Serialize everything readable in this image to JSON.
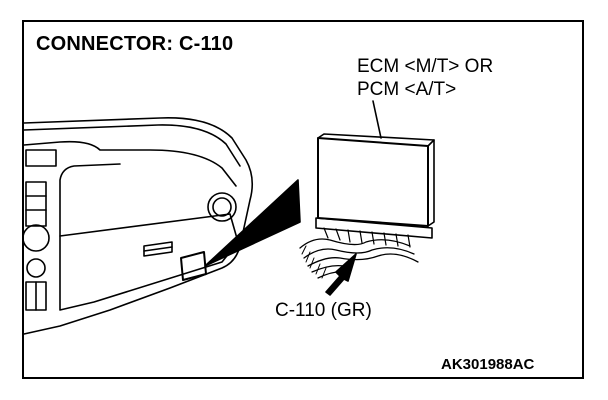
{
  "title": "CONNECTOR: C-110",
  "callouts": {
    "module_line1": "ECM <M/T> OR",
    "module_line2": "PCM <A/T>",
    "connector": "C-110 (GR)"
  },
  "figure_code": "AK301988AC",
  "icons": [
    "dashboard-drawing",
    "control-module-drawing",
    "connector-arrow-icon"
  ],
  "colors": {
    "line": "#000000",
    "background": "#ffffff"
  }
}
